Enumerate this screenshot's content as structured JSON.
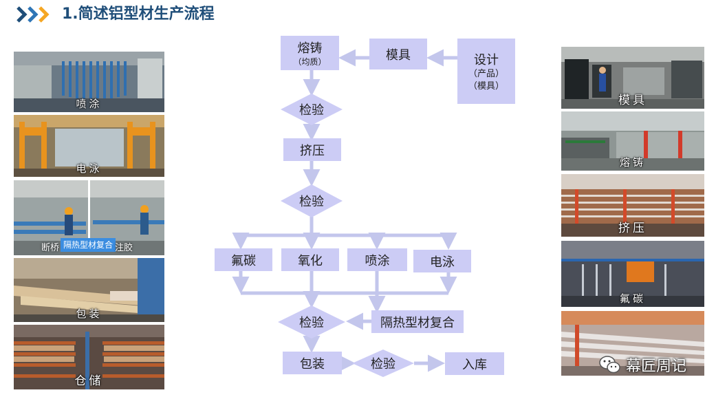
{
  "header": {
    "title": "1.简述铝型材生产流程"
  },
  "left_photos": [
    {
      "caption": "喷涂"
    },
    {
      "caption": "电泳"
    },
    {
      "caption_left": "断桥",
      "caption_box": "隔热型材复合",
      "caption_right": "注胶"
    },
    {
      "caption": "包装"
    },
    {
      "caption": "仓储"
    }
  ],
  "right_photos": [
    {
      "caption": "模具"
    },
    {
      "caption": "熔铸"
    },
    {
      "caption": "挤压"
    },
    {
      "caption": "氟碳"
    },
    {
      "caption": ""
    }
  ],
  "flow": {
    "melt_title": "熔铸",
    "melt_sub": "（均质）",
    "mold": "模具",
    "design_title": "设计",
    "design_sub1": "（产品）",
    "design_sub2": "（模具）",
    "inspect1": "检验",
    "extrude": "挤压",
    "inspect2": "检验",
    "fluoro": "氟碳",
    "oxidize": "氧化",
    "spray": "喷涂",
    "electro": "电泳",
    "inspect3": "检验",
    "thermal": "隔热型材复合",
    "package": "包装",
    "inspect4": "检验",
    "storage": "入库"
  },
  "watermark": {
    "text": "幕匠周记",
    "icon": "wechat-icon"
  },
  "colors": {
    "box_fill": "#ccccf5",
    "arrow": "#c3c6ec",
    "title": "#1f4e79",
    "chevron_dark": "#1f4e79",
    "chevron_mid": "#2e75b6",
    "chevron_light": "#f5a623"
  }
}
